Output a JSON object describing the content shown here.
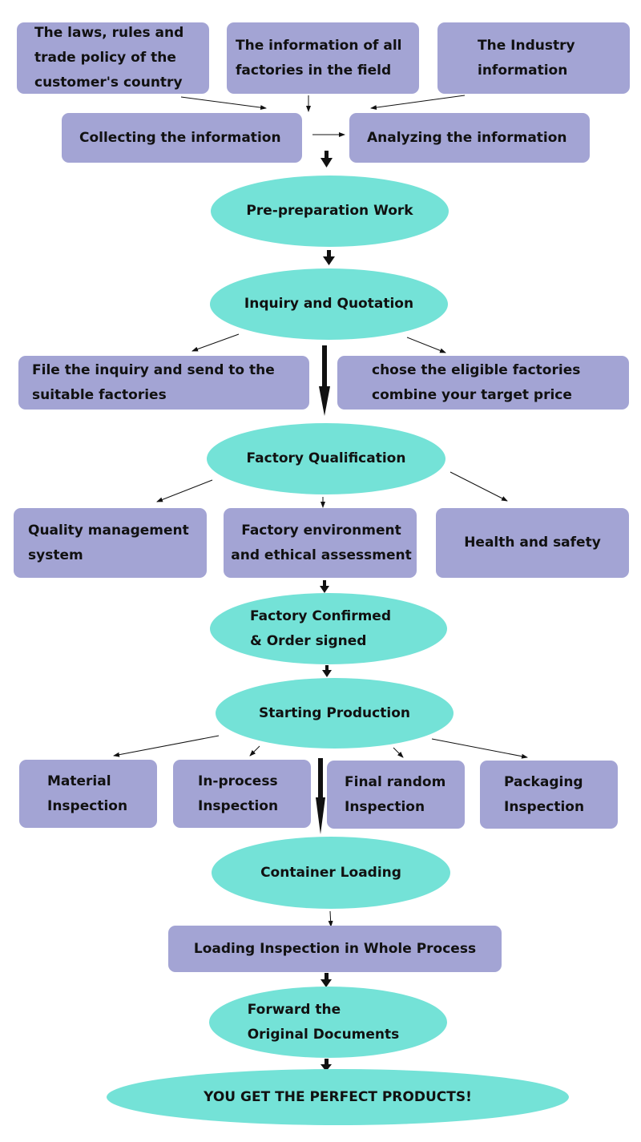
{
  "diagram": {
    "title": "Sourcing and quality control process flow",
    "colors": {
      "box": "#a3a4d4",
      "ellipse": "#74e2d7",
      "arrow": "#111111"
    },
    "sources": [
      {
        "label": "The laws, rules and\ntrade policy of the\ncustomer's country"
      },
      {
        "label": "The information of all\nfactories in the field"
      },
      {
        "label": "The Industry\ninformation"
      }
    ],
    "collecting": "Collecting the information",
    "analyzing": "Analyzing the information",
    "pre_preparation": "Pre-preparation Work",
    "inquiry": "Inquiry and Quotation",
    "inquiry_children": [
      {
        "label": "File the inquiry and send to the\nsuitable factories"
      },
      {
        "label": "chose the eligible factories\ncombine your target price"
      }
    ],
    "qualification": "Factory Qualification",
    "qualification_children": [
      {
        "label": "Quality management\nsystem"
      },
      {
        "label": "Factory environment\nand ethical assessment"
      },
      {
        "label": "Health and safety"
      }
    ],
    "confirmed": "Factory Confirmed\n& Order signed",
    "production": "Starting Production",
    "inspections": [
      {
        "label": "Material\nInspection"
      },
      {
        "label": "In-process\nInspection"
      },
      {
        "label": "Final random\nInspection"
      },
      {
        "label": "Packaging\nInspection"
      }
    ],
    "container": "Container Loading",
    "loading_inspection": "Loading Inspection in Whole Process",
    "forward": "Forward the\nOriginal Documents",
    "result": "YOU GET THE PERFECT PRODUCTS!"
  }
}
